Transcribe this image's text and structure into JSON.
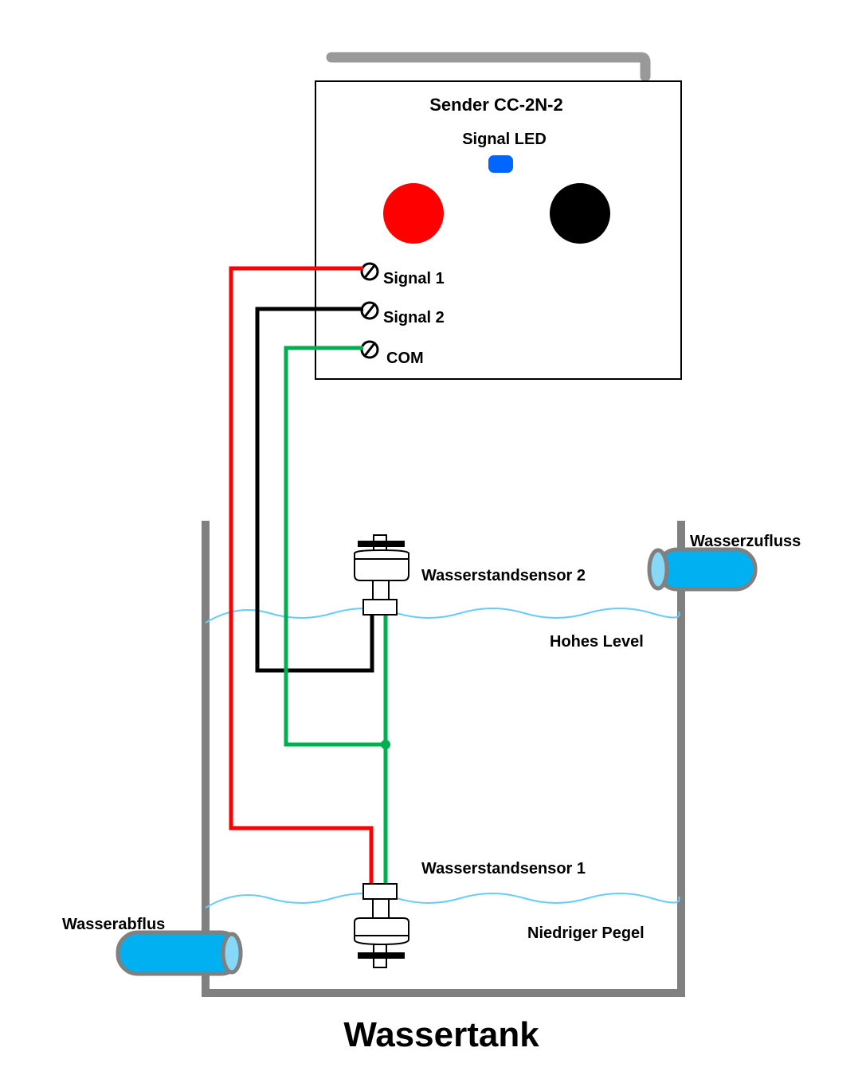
{
  "sender": {
    "title": "Sender CC-2N-2",
    "led_label": "Signal LED",
    "terminals": [
      "Signal 1",
      "Signal 2",
      "COM"
    ]
  },
  "tank": {
    "caption": "Wassertank",
    "inlet_label": "Wasserzufluss",
    "outlet_label": "Wasserabflus",
    "sensor_high_label": "Wasserstandsensor 2",
    "sensor_low_label": "Wasserstandsensor 1",
    "high_level_label": "Hohes Level",
    "low_level_label": "Niedriger Pegel"
  },
  "colors": {
    "wire_signal1": "#ff0000",
    "wire_signal2": "#000000",
    "wire_com": "#00b050",
    "led": "#0066ff",
    "button_red": "#ff0000",
    "button_black": "#000000",
    "pipe": "#00b0f0",
    "water_line": "#66ccff",
    "tank_wall": "#808080"
  }
}
